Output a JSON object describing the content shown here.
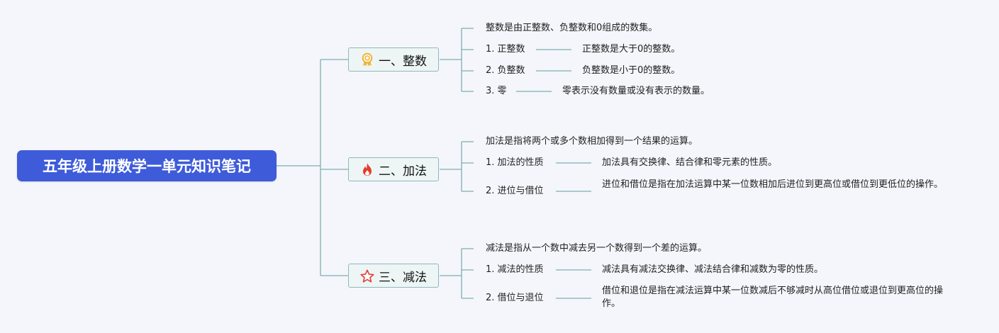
{
  "root": {
    "title": "五年级上册数学一单元知识笔记"
  },
  "branches": [
    {
      "title": "一、整数",
      "icon": "award-ribbon-icon",
      "definition": "整数是由正整数、负整数和0组成的数集。",
      "items": [
        {
          "label": "1. 正整数",
          "detail": "正整数是大于0的整数。"
        },
        {
          "label": "2. 负整数",
          "detail": "负整数是小于0的整数。"
        },
        {
          "label": "3. 零",
          "detail": "零表示没有数量或没有表示的数量。"
        }
      ]
    },
    {
      "title": "二、加法",
      "icon": "fire-icon",
      "definition": "加法是指将两个或多个数相加得到一个结果的运算。",
      "items": [
        {
          "label": "1. 加法的性质",
          "detail": "加法具有交换律、结合律和零元素的性质。"
        },
        {
          "label": "2. 进位与借位",
          "detail": "进位和借位是指在加法运算中某一位数相加后进位到更高位或借位到更低位的操作。"
        }
      ]
    },
    {
      "title": "三、减法",
      "icon": "star-icon",
      "definition": "减法是指从一个数中减去另一个数得到一个差的运算。",
      "items": [
        {
          "label": "1. 减法的性质",
          "detail": "减法具有减法交换律、减法结合律和减数为零的性质。"
        },
        {
          "label": "2. 借位与退位",
          "detail": "借位和退位是指在减法运算中某一位数减后不够减时从高位借位或退位到更高位的操作。"
        }
      ]
    }
  ],
  "colors": {
    "root": "#3e5bd9",
    "connector": "#7eaeb0",
    "branch_border": "#8fb9ba"
  }
}
